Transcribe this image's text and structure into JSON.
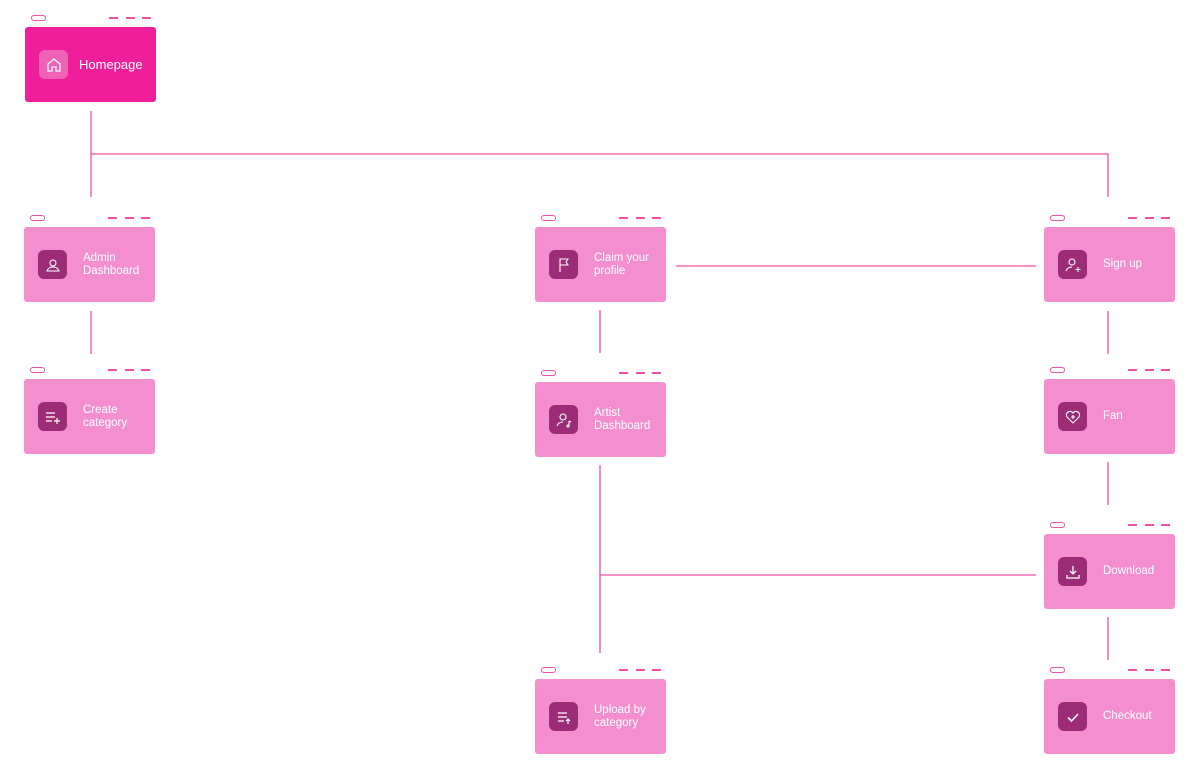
{
  "colors": {
    "primary": "#ef1f9b",
    "node": "#f48fcf",
    "icon_bg": "#9b2c75",
    "connector": "#ec4fa8"
  },
  "nodes": {
    "homepage": {
      "label": "Homepage",
      "icon": "home-icon"
    },
    "admin_dashboard": {
      "label": "Admin Dashboard",
      "icon": "user-icon"
    },
    "create_category": {
      "label": "Create category",
      "icon": "list-add-icon"
    },
    "claim_profile": {
      "label": "Claim your profile",
      "icon": "flag-icon"
    },
    "artist_dashboard": {
      "label": "Artist Dashboard",
      "icon": "user-music-icon"
    },
    "upload_by_category": {
      "label": "Upload by category",
      "icon": "list-upload-icon"
    },
    "sign_up": {
      "label": "Sign up",
      "icon": "user-add-icon"
    },
    "fan": {
      "label": "Fan",
      "icon": "heart-plus-icon"
    },
    "download": {
      "label": "Download",
      "icon": "download-icon"
    },
    "checkout": {
      "label": "Checkout",
      "icon": "check-icon"
    }
  },
  "edges": [
    [
      "homepage",
      "admin_dashboard"
    ],
    [
      "homepage",
      "sign_up"
    ],
    [
      "admin_dashboard",
      "create_category"
    ],
    [
      "claim_profile",
      "sign_up"
    ],
    [
      "claim_profile",
      "artist_dashboard"
    ],
    [
      "artist_dashboard",
      "upload_by_category"
    ],
    [
      "artist_dashboard",
      "download"
    ],
    [
      "sign_up",
      "fan"
    ],
    [
      "fan",
      "download"
    ],
    [
      "download",
      "checkout"
    ]
  ]
}
